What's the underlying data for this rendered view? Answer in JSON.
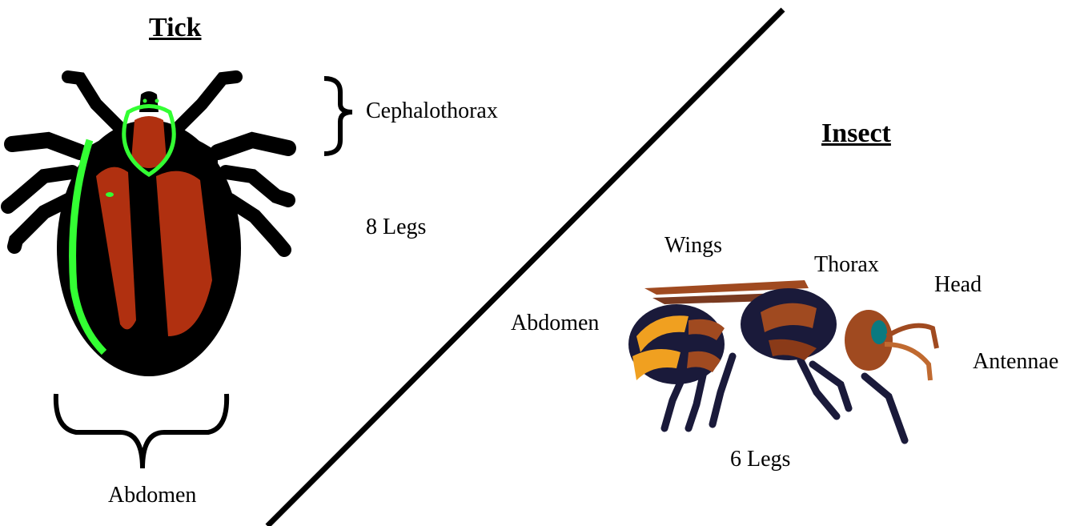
{
  "tick": {
    "title": "Tick",
    "labels": {
      "cephalothorax": "Cephalothorax",
      "legs": "8 Legs",
      "abdomen": "Abdomen"
    }
  },
  "insect": {
    "title": "Insect",
    "labels": {
      "wings": "Wings",
      "thorax": "Thorax",
      "head": "Head",
      "abdomen": "Abdomen",
      "antennae": "Antennae",
      "legs": "6 Legs"
    }
  },
  "colors": {
    "tick_body": "#000000",
    "tick_red": "#b03010",
    "tick_green": "#33ff33",
    "wasp_orange": "#f0a020",
    "wasp_brown": "#a04a20",
    "wasp_dark": "#1a1a3a",
    "wasp_eye": "#0a7a80",
    "divider": "#000000"
  }
}
